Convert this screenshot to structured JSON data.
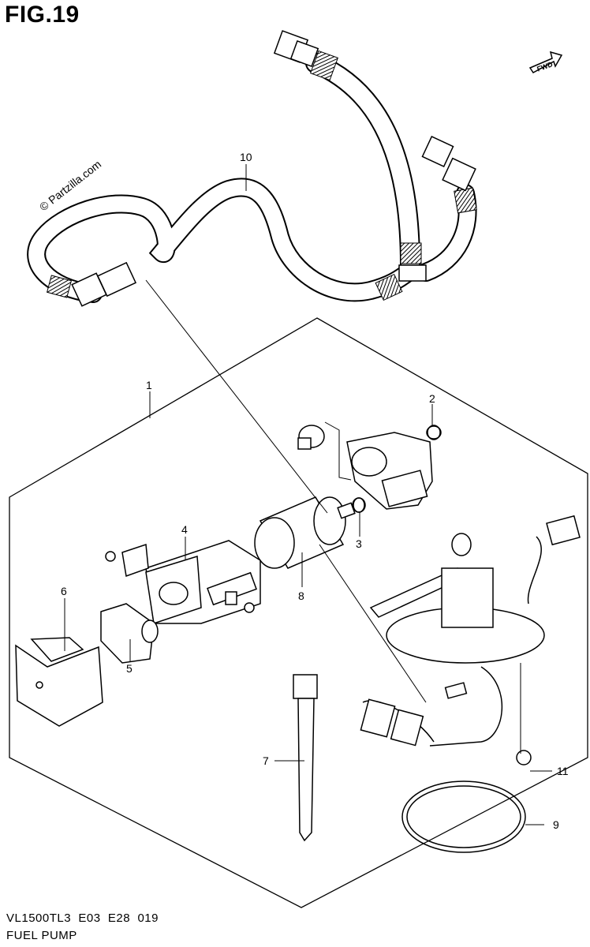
{
  "figure": {
    "title": "FIG.19",
    "direction_label": "FWD",
    "watermark": "© Partzilla.com",
    "model_code": "VL1500TL3  E03  E28  019",
    "caption": "FUEL PUMP"
  },
  "callouts": [
    {
      "id": "10",
      "label": "10"
    },
    {
      "id": "1",
      "label": "1"
    },
    {
      "id": "2",
      "label": "2"
    },
    {
      "id": "3",
      "label": "3"
    },
    {
      "id": "4",
      "label": "4"
    },
    {
      "id": "5",
      "label": "5"
    },
    {
      "id": "6",
      "label": "6"
    },
    {
      "id": "7",
      "label": "7"
    },
    {
      "id": "8",
      "label": "8"
    },
    {
      "id": "9",
      "label": "9"
    },
    {
      "id": "11",
      "label": "11"
    }
  ],
  "colors": {
    "ink": "#000000",
    "paper": "#ffffff"
  }
}
